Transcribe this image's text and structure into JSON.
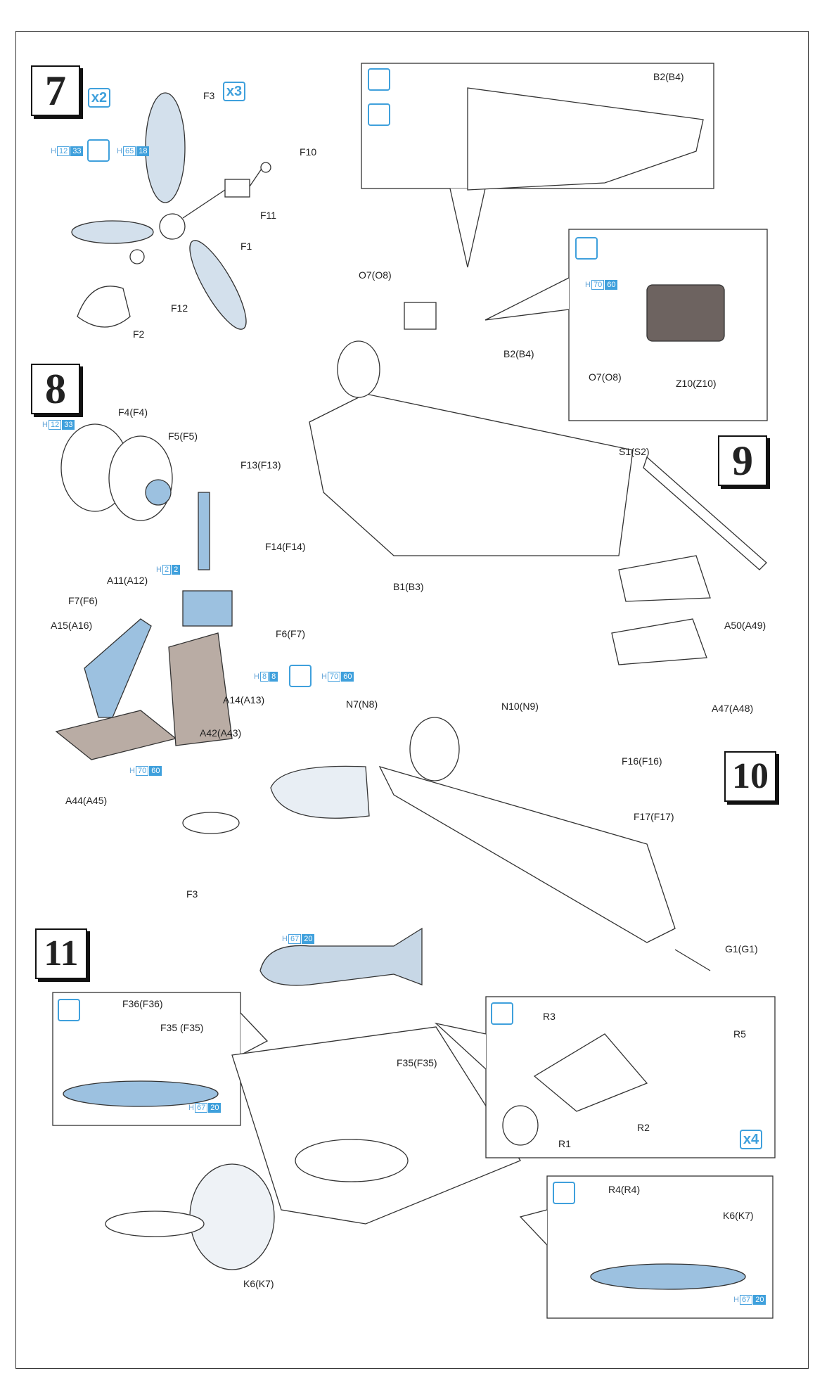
{
  "steps": [
    "7",
    "8",
    "9",
    "10",
    "11"
  ],
  "step7": {
    "mult_prop": "x2",
    "mult_blade": "x3",
    "labels": [
      "F3",
      "F10",
      "F11",
      "F1",
      "F12",
      "F2"
    ],
    "colors": [
      {
        "h": "H",
        "a": "12",
        "b": "33"
      },
      {
        "h": "H",
        "a": "65",
        "b": "18"
      }
    ]
  },
  "step8": {
    "labels": [
      "F4(F4)",
      "F5(F5)",
      "F13(F13)",
      "F14(F14)",
      "A11(A12)",
      "F7(F6)",
      "A15(A16)",
      "F6(F7)",
      "A14(A13)",
      "A42(A43)",
      "A44(A45)"
    ],
    "colors": [
      {
        "h": "H",
        "a": "12",
        "b": "33"
      },
      {
        "h": "H",
        "a": "2",
        "b": "2"
      },
      {
        "h": "H",
        "a": "8",
        "b": "8"
      },
      {
        "h": "H",
        "a": "70",
        "b": "60"
      },
      {
        "h": "H",
        "a": "70",
        "b": "60"
      }
    ]
  },
  "step9": {
    "callout1_label": "B2(B4)",
    "callout2_labels": [
      "O7(O8)",
      "Z10(Z10)"
    ],
    "callout2_color": {
      "h": "H",
      "a": "70",
      "b": "60"
    },
    "labels": [
      "O7(O8)",
      "B2(B4)",
      "S1(S2)",
      "B1(B3)",
      "A50(A49)",
      "A47(A48)"
    ]
  },
  "step10": {
    "labels": [
      "N7(N8)",
      "N10(N9)",
      "F16(F16)",
      "F17(F17)",
      "F3",
      "G1(G1)"
    ]
  },
  "step11": {
    "bomb_color": {
      "h": "H",
      "a": "67",
      "b": "20"
    },
    "labels": [
      "F35(F35)",
      "K6(K7)"
    ],
    "callout_left": {
      "labels": [
        "F36(F36)",
        "F35 (F35)"
      ],
      "color": {
        "h": "H",
        "a": "67",
        "b": "20"
      }
    },
    "callout_bomb": {
      "labels": [
        "R3",
        "R5",
        "R1",
        "R2"
      ],
      "mult": "x4"
    },
    "callout_rack": {
      "labels": [
        "R4(R4)",
        "K6(K7)"
      ],
      "color": {
        "h": "H",
        "a": "67",
        "b": "20"
      }
    }
  },
  "palette": {
    "accent": "#3fa0dc",
    "part_blue": "#c7d7e6",
    "part_grey": "#b9aca4"
  }
}
